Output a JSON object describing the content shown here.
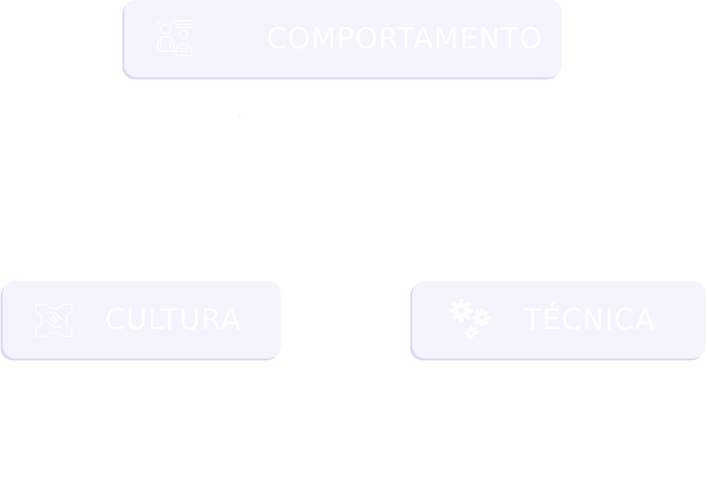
{
  "nodes": {
    "comportamento": {
      "label": "COMPORTAMENTO",
      "icon": "team-people-icon"
    },
    "cultura": {
      "label": "CULTURA",
      "icon": "handshake-icon"
    },
    "tecnica": {
      "label": "TÉCNICA",
      "icon": "gears-icon"
    }
  },
  "colors": {
    "card_background": "#f3f4fd",
    "card_shadow": "#d9dcf3",
    "label_text": "#ffffff"
  }
}
